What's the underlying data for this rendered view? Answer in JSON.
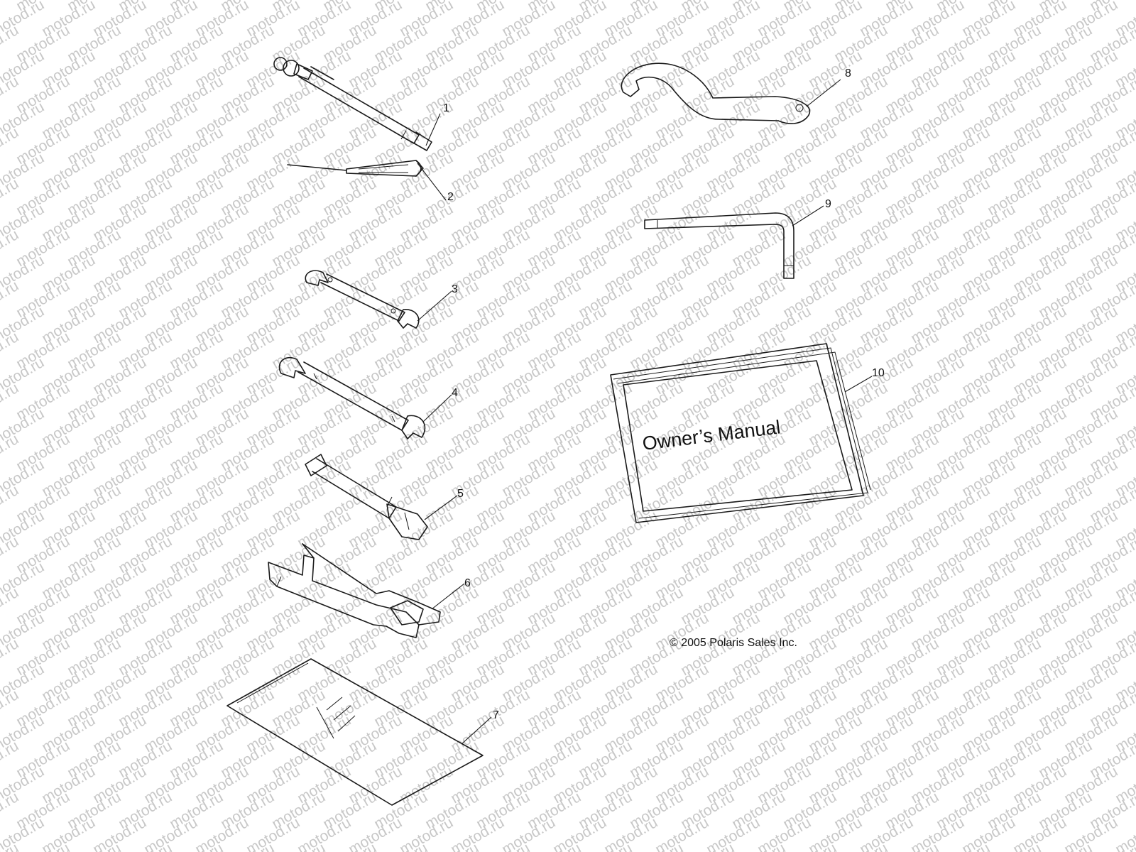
{
  "watermark": {
    "text": "motod.ru",
    "color": "#c8c8c8"
  },
  "parts": [
    {
      "number": "1",
      "icon": "tire-pressure-gauge-icon"
    },
    {
      "number": "2",
      "icon": "screwdriver-icon"
    },
    {
      "number": "3",
      "icon": "open-end-wrench-small-icon"
    },
    {
      "number": "4",
      "icon": "open-end-wrench-large-icon"
    },
    {
      "number": "5",
      "icon": "spark-plug-socket-wrench-icon"
    },
    {
      "number": "6",
      "icon": "spark-plug-wrench-icon"
    },
    {
      "number": "7",
      "icon": "tool-bag-icon"
    },
    {
      "number": "8",
      "icon": "spanner-wrench-icon"
    },
    {
      "number": "9",
      "icon": "hex-key-icon"
    },
    {
      "number": "10",
      "icon": "owners-manual-icon"
    }
  ],
  "manual": {
    "cover_title": "Owner’s Manual"
  },
  "copyright": "© 2005 Polaris Sales Inc."
}
